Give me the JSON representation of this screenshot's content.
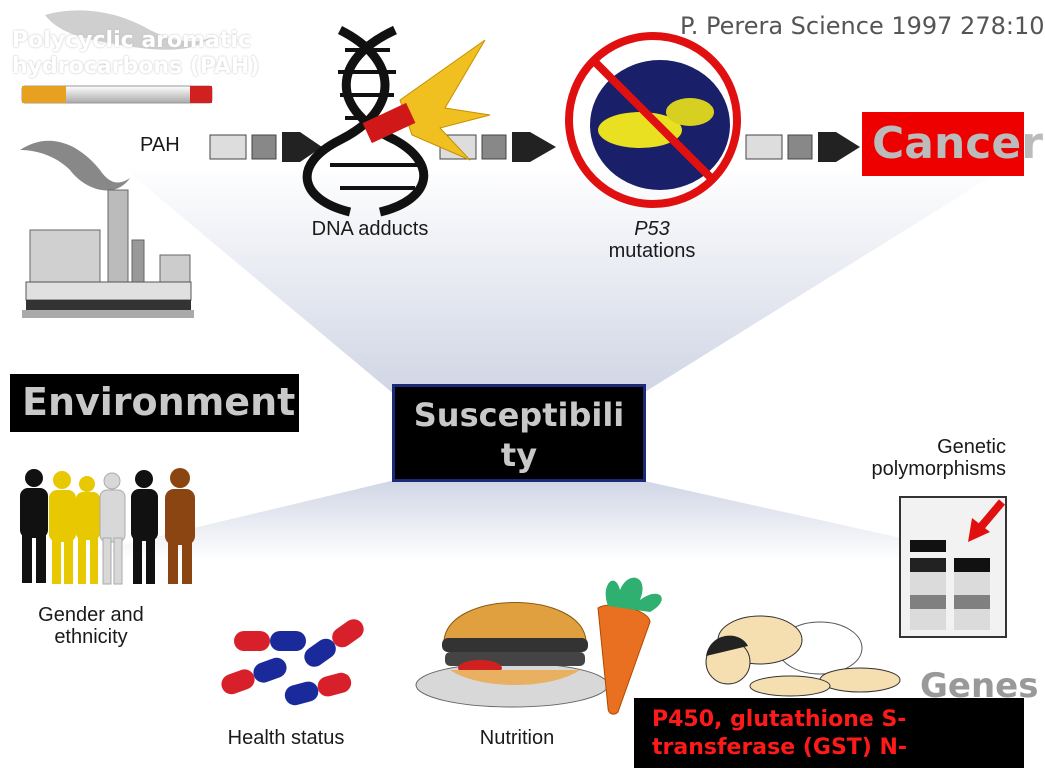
{
  "citation": "P. Perera Science 1997 278:10",
  "overlay_title": "Polycyclic aromatic hydrocarbons (PAH)",
  "pathway": {
    "pah_label": "PAH",
    "dna_adducts_label": "DNA adducts",
    "p53_label": "P53",
    "mutations_label": "mutations",
    "cancer_label": "Cancer"
  },
  "hub": {
    "environment_label": "Environment",
    "susceptibility_label": "Susceptibility"
  },
  "factors": {
    "gender_label": "Gender and ethnicity",
    "health_label": "Health status",
    "nutrition_label": "Nutrition",
    "genetic_label": "Genetic polymorphisms",
    "genes_label": "Genes",
    "p450_label": "P450, glutathione S-transferase (GST) N-"
  },
  "colors": {
    "cancer_box": "#ee0000",
    "gene_text": "#ff1a1a",
    "capsule_red": "#d8202a",
    "capsule_blue": "#1a2a9a",
    "crowd_yellow": "#e8c800",
    "crowd_brown": "#8b4513"
  }
}
